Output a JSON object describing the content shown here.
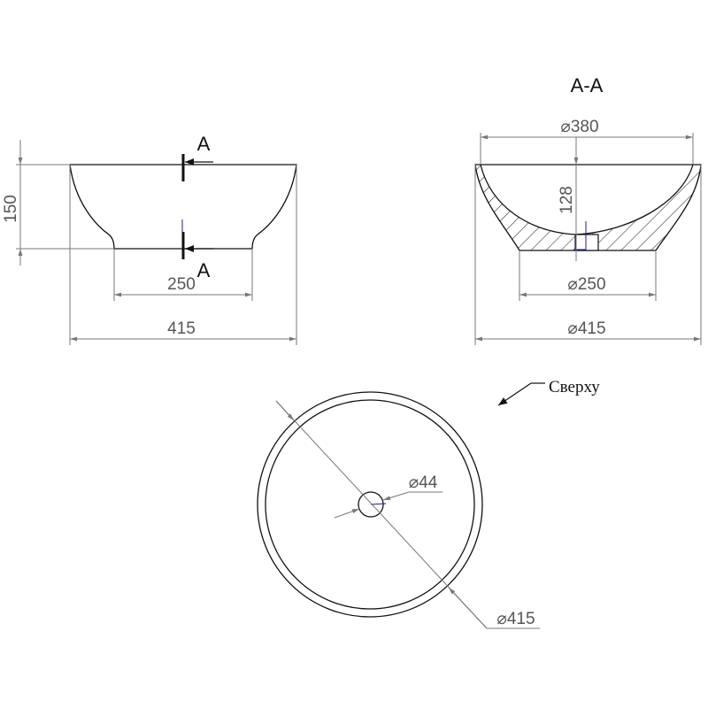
{
  "front_view": {
    "height_label": "150",
    "base_label": "250",
    "width_label": "415",
    "section_top_label": "A",
    "section_bottom_label": "A"
  },
  "section_view": {
    "title": "A-A",
    "rim_inner_label": "⌀380",
    "depth_label": "128",
    "base_label": "⌀250",
    "width_label": "⌀415"
  },
  "top_view": {
    "caption": "Сверху",
    "drain_label": "⌀44",
    "outer_label": "⌀415"
  },
  "colors": {
    "line": "#111111",
    "dimension": "#777777",
    "marker": "#1a1aa0"
  }
}
